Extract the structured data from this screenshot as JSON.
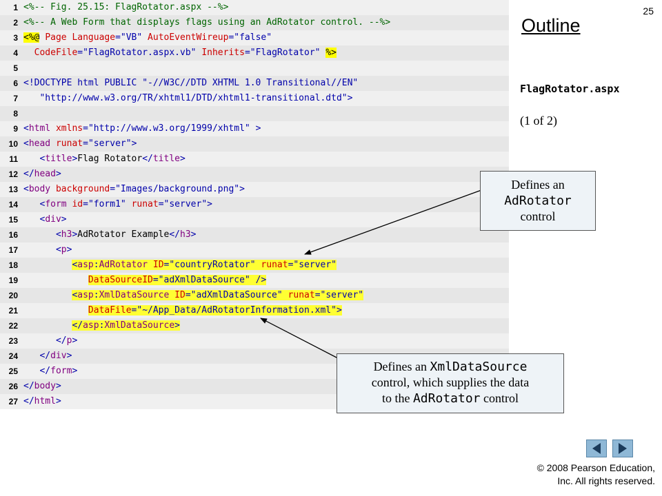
{
  "slide": {
    "page_number": "25",
    "outline_title": "Outline",
    "file_name": "FlagRotator.aspx",
    "page_indicator": "(1 of 2)"
  },
  "code_lines": [
    {
      "n": "1",
      "hl": false,
      "tokens": [
        [
          "<%-- Fig. 25.15: FlagRotator.aspx --%>",
          "green"
        ]
      ]
    },
    {
      "n": "2",
      "hl": false,
      "tokens": [
        [
          "<%-- A Web Form that displays flags using an AdRotator control. --%>",
          "green"
        ]
      ]
    },
    {
      "n": "3",
      "hl": false,
      "tokens": [
        [
          "<%@",
          "dir"
        ],
        [
          " ",
          "black"
        ],
        [
          "Page",
          "red"
        ],
        [
          " ",
          "black"
        ],
        [
          "Language",
          "red"
        ],
        [
          "=",
          "blue"
        ],
        [
          "\"VB\"",
          "blue"
        ],
        [
          " ",
          "black"
        ],
        [
          "AutoEventWireup",
          "red"
        ],
        [
          "=",
          "blue"
        ],
        [
          "\"false\"",
          "blue"
        ]
      ]
    },
    {
      "n": "4",
      "hl": false,
      "tokens": [
        [
          "  ",
          "black"
        ],
        [
          "CodeFile",
          "red"
        ],
        [
          "=",
          "blue"
        ],
        [
          "\"FlagRotator.aspx.vb\"",
          "blue"
        ],
        [
          " ",
          "black"
        ],
        [
          "Inherits",
          "red"
        ],
        [
          "=",
          "blue"
        ],
        [
          "\"FlagRotator\"",
          "blue"
        ],
        [
          " ",
          "black"
        ],
        [
          "%>",
          "dir"
        ]
      ]
    },
    {
      "n": "5",
      "hl": false,
      "tokens": []
    },
    {
      "n": "6",
      "hl": false,
      "tokens": [
        [
          "<!DOCTYPE html PUBLIC ",
          "blue"
        ],
        [
          "\"-//W3C//DTD XHTML 1.0 Transitional//EN\"",
          "blue"
        ]
      ]
    },
    {
      "n": "7",
      "hl": false,
      "tokens": [
        [
          "   ",
          "black"
        ],
        [
          "\"http://www.w3.org/TR/xhtml1/DTD/xhtml1-transitional.dtd\"",
          "blue"
        ],
        [
          ">",
          "blue"
        ]
      ]
    },
    {
      "n": "8",
      "hl": false,
      "tokens": []
    },
    {
      "n": "9",
      "hl": false,
      "tokens": [
        [
          "<",
          "blue"
        ],
        [
          "html",
          "purple"
        ],
        [
          " ",
          "black"
        ],
        [
          "xmlns",
          "red"
        ],
        [
          "=",
          "blue"
        ],
        [
          "\"http://www.w3.org/1999/xhtml\"",
          "blue"
        ],
        [
          " >",
          "blue"
        ]
      ]
    },
    {
      "n": "10",
      "hl": false,
      "tokens": [
        [
          "<",
          "blue"
        ],
        [
          "head",
          "purple"
        ],
        [
          " ",
          "black"
        ],
        [
          "runat",
          "red"
        ],
        [
          "=",
          "blue"
        ],
        [
          "\"server\"",
          "blue"
        ],
        [
          ">",
          "blue"
        ]
      ]
    },
    {
      "n": "11",
      "hl": false,
      "tokens": [
        [
          "   ",
          "black"
        ],
        [
          "<",
          "blue"
        ],
        [
          "title",
          "purple"
        ],
        [
          ">",
          "blue"
        ],
        [
          "Flag Rotator",
          "black"
        ],
        [
          "</",
          "blue"
        ],
        [
          "title",
          "purple"
        ],
        [
          ">",
          "blue"
        ]
      ]
    },
    {
      "n": "12",
      "hl": false,
      "tokens": [
        [
          "</",
          "blue"
        ],
        [
          "head",
          "purple"
        ],
        [
          ">",
          "blue"
        ]
      ]
    },
    {
      "n": "13",
      "hl": false,
      "tokens": [
        [
          "<",
          "blue"
        ],
        [
          "body",
          "purple"
        ],
        [
          " ",
          "black"
        ],
        [
          "background",
          "red"
        ],
        [
          "=",
          "blue"
        ],
        [
          "\"Images/background.png\"",
          "blue"
        ],
        [
          ">",
          "blue"
        ]
      ]
    },
    {
      "n": "14",
      "hl": false,
      "tokens": [
        [
          "   ",
          "black"
        ],
        [
          "<",
          "blue"
        ],
        [
          "form",
          "purple"
        ],
        [
          " ",
          "black"
        ],
        [
          "id",
          "red"
        ],
        [
          "=",
          "blue"
        ],
        [
          "\"form1\"",
          "blue"
        ],
        [
          " ",
          "black"
        ],
        [
          "runat",
          "red"
        ],
        [
          "=",
          "blue"
        ],
        [
          "\"server\"",
          "blue"
        ],
        [
          ">",
          "blue"
        ]
      ]
    },
    {
      "n": "15",
      "hl": false,
      "tokens": [
        [
          "   ",
          "black"
        ],
        [
          "<",
          "blue"
        ],
        [
          "div",
          "purple"
        ],
        [
          ">",
          "blue"
        ]
      ]
    },
    {
      "n": "16",
      "hl": false,
      "tokens": [
        [
          "      ",
          "black"
        ],
        [
          "<",
          "blue"
        ],
        [
          "h3",
          "purple"
        ],
        [
          ">",
          "blue"
        ],
        [
          "AdRotator Example",
          "black"
        ],
        [
          "</",
          "blue"
        ],
        [
          "h3",
          "purple"
        ],
        [
          ">",
          "blue"
        ]
      ]
    },
    {
      "n": "17",
      "hl": false,
      "tokens": [
        [
          "      ",
          "black"
        ],
        [
          "<",
          "blue"
        ],
        [
          "p",
          "purple"
        ],
        [
          ">",
          "blue"
        ]
      ]
    },
    {
      "n": "18",
      "hl": true,
      "tokens": [
        [
          "         ",
          "black"
        ],
        [
          "<",
          "blue"
        ],
        [
          "asp",
          "purple"
        ],
        [
          ":",
          "blue"
        ],
        [
          "AdRotator",
          "purple"
        ],
        [
          " ",
          "black"
        ],
        [
          "ID",
          "red"
        ],
        [
          "=",
          "blue"
        ],
        [
          "\"countryRotator\"",
          "blue"
        ],
        [
          " ",
          "black"
        ],
        [
          "runat",
          "red"
        ],
        [
          "=",
          "blue"
        ],
        [
          "\"server\"",
          "blue"
        ]
      ]
    },
    {
      "n": "19",
      "hl": true,
      "tokens": [
        [
          "            ",
          "black"
        ],
        [
          "DataSourceID",
          "red"
        ],
        [
          "=",
          "blue"
        ],
        [
          "\"adXmlDataSource\"",
          "blue"
        ],
        [
          " ",
          "black"
        ],
        [
          "/>",
          "blue"
        ]
      ]
    },
    {
      "n": "20",
      "hl": true,
      "tokens": [
        [
          "         ",
          "black"
        ],
        [
          "<",
          "blue"
        ],
        [
          "asp",
          "purple"
        ],
        [
          ":",
          "blue"
        ],
        [
          "XmlDataSource",
          "purple"
        ],
        [
          " ",
          "black"
        ],
        [
          "ID",
          "red"
        ],
        [
          "=",
          "blue"
        ],
        [
          "\"adXmlDataSource\"",
          "blue"
        ],
        [
          " ",
          "black"
        ],
        [
          "runat",
          "red"
        ],
        [
          "=",
          "blue"
        ],
        [
          "\"server\"",
          "blue"
        ]
      ]
    },
    {
      "n": "21",
      "hl": true,
      "tokens": [
        [
          "            ",
          "black"
        ],
        [
          "DataFile",
          "red"
        ],
        [
          "=",
          "blue"
        ],
        [
          "\"~/App_Data/AdRotatorInformation.xml\"",
          "blue"
        ],
        [
          ">",
          "blue"
        ]
      ]
    },
    {
      "n": "22",
      "hl": true,
      "tokens": [
        [
          "         ",
          "black"
        ],
        [
          "</",
          "blue"
        ],
        [
          "asp",
          "purple"
        ],
        [
          ":",
          "blue"
        ],
        [
          "XmlDataSource",
          "purple"
        ],
        [
          ">",
          "blue"
        ]
      ]
    },
    {
      "n": "23",
      "hl": false,
      "tokens": [
        [
          "      ",
          "black"
        ],
        [
          "</",
          "blue"
        ],
        [
          "p",
          "purple"
        ],
        [
          ">",
          "blue"
        ]
      ]
    },
    {
      "n": "24",
      "hl": false,
      "tokens": [
        [
          "   ",
          "black"
        ],
        [
          "</",
          "blue"
        ],
        [
          "div",
          "purple"
        ],
        [
          ">",
          "blue"
        ]
      ]
    },
    {
      "n": "25",
      "hl": false,
      "tokens": [
        [
          "   ",
          "black"
        ],
        [
          "</",
          "blue"
        ],
        [
          "form",
          "purple"
        ],
        [
          ">",
          "blue"
        ]
      ]
    },
    {
      "n": "26",
      "hl": false,
      "tokens": [
        [
          "</",
          "blue"
        ],
        [
          "body",
          "purple"
        ],
        [
          ">",
          "blue"
        ]
      ]
    },
    {
      "n": "27",
      "hl": false,
      "tokens": [
        [
          "</",
          "blue"
        ],
        [
          "html",
          "purple"
        ],
        [
          ">",
          "blue"
        ]
      ]
    }
  ],
  "callouts": {
    "adrotator": {
      "line1": "Defines an",
      "mono": "AdRotator",
      "line3": "control"
    },
    "xmldatasource": {
      "part1": "Defines an ",
      "mono1": "XmlDataSource",
      "part2": "control, which supplies the data",
      "part3": "to the ",
      "mono2": "AdRotator",
      "part4": " control"
    }
  },
  "navigation": {
    "prev_icon": "triangle-left-icon",
    "next_icon": "triangle-right-icon"
  },
  "footer": {
    "copyright_line1": "© 2008 Pearson Education,",
    "copyright_line2": "Inc.  All rights reserved."
  },
  "colors": {
    "highlight": "#ffff33",
    "code_background": "#f0f0f0",
    "nav_button": "#8fb8d6",
    "callout_background": "#eef3f7"
  }
}
